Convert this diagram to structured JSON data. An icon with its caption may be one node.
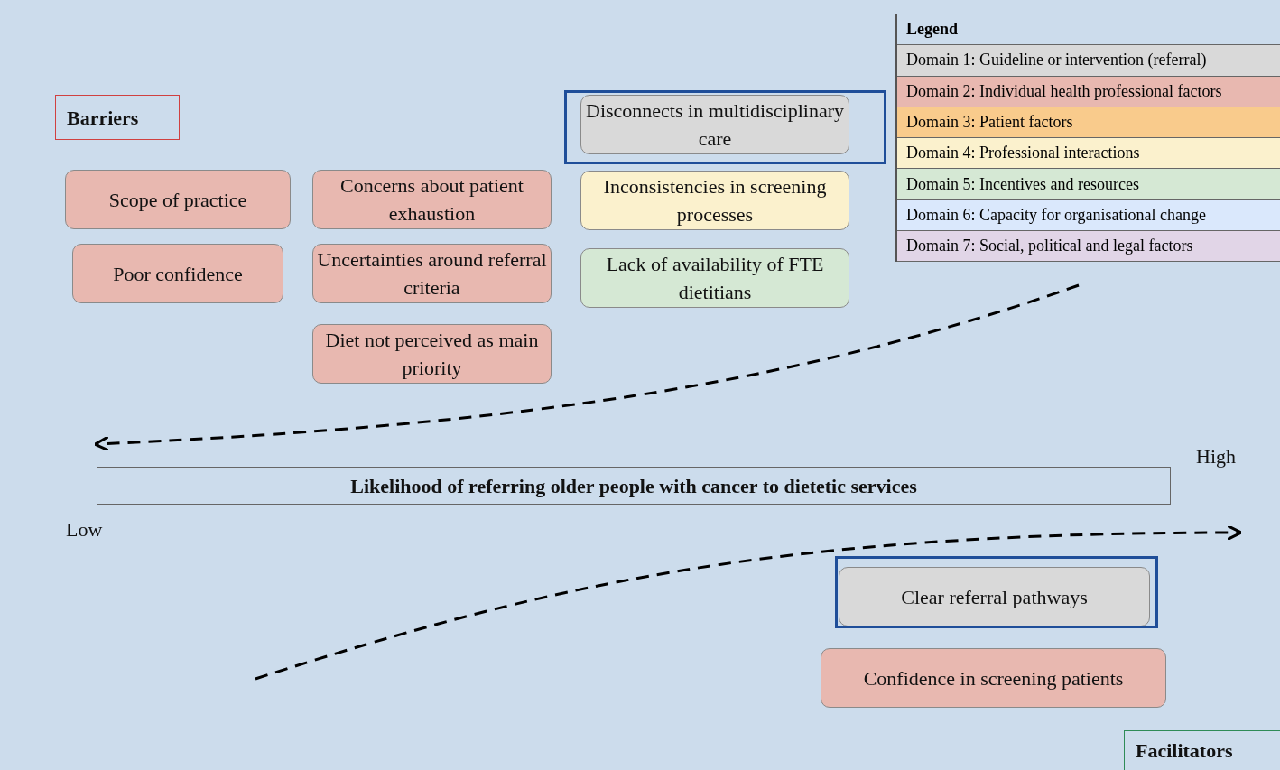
{
  "diagram": {
    "nodes": [
      {
        "text": [
          "Barriers"
        ]
      },
      {
        "text": [
          "Scope of practice"
        ]
      },
      {
        "text": [
          "Poor confidence"
        ]
      },
      {
        "text": [
          "Concerns about patient exhaustion"
        ]
      },
      {
        "text": [
          "Uncertainties around referral criteria"
        ]
      },
      {
        "text": [
          "Diet not perceived as main priority"
        ]
      },
      {
        "text": [
          "Disconnects in multidisciplinary care"
        ]
      },
      {
        "text": [
          "Inconsistencies in screening processes"
        ]
      },
      {
        "text": [
          "Lack of availability of FTE dietitians"
        ]
      },
      {
        "text": [
          "Likelihood of referring older people with cancer to dietetic services"
        ]
      },
      {
        "text": [
          "Clear referral pathways"
        ]
      },
      {
        "text": [
          "Confidence in screening patients"
        ]
      },
      {
        "text": [
          "Facilitators"
        ]
      }
    ],
    "labels": [
      "Legend",
      "High",
      "Low"
    ],
    "legend": [
      {
        "text": "Domain 1: Guideline or intervention (referral)",
        "color": "#d9d9d9"
      },
      {
        "text": "Domain 2: Individual health professional factors",
        "color": "#e8b8b0"
      },
      {
        "text": "Domain 3: Patient factors",
        "color": "#f9cb8c"
      },
      {
        "text": "Domain 4: Professional interactions",
        "color": "#fbf1cd"
      },
      {
        "text": "Domain 5: Incentives and resources",
        "color": "#d5e8d4"
      },
      {
        "text": "Domain 6: Capacity for organisational change",
        "color": "#dae8fc"
      },
      {
        "text": "Domain 7: Social, political and legal factors",
        "color": "#e1d5e7"
      }
    ]
  }
}
